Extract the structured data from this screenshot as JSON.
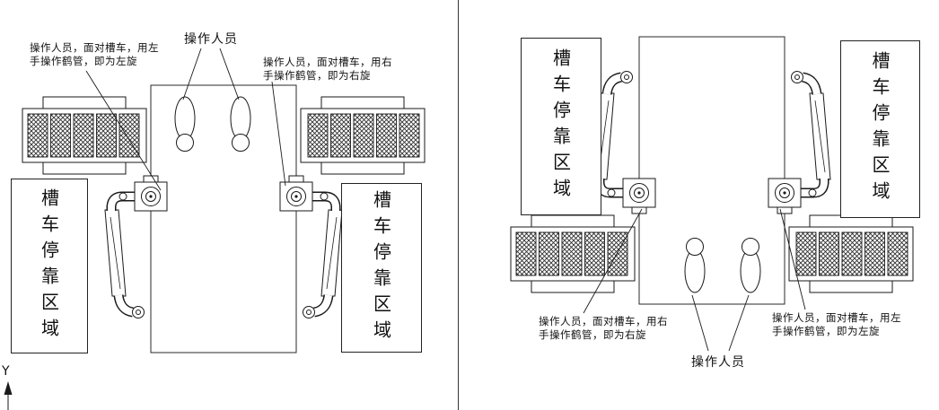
{
  "colors": {
    "line": "#1a1a1a",
    "background": "#ffffff"
  },
  "axis": {
    "y_label": "Y"
  },
  "left_diagram": {
    "annotation_left": "操作人员，面对槽车，用左\n手操作鹤管，即为左旋",
    "annotation_right": "操作人员，面对槽车，用右\n手操作鹤管，即为右旋",
    "operator_label": "操作人员",
    "parking_zone_left": "槽车停靠区域",
    "parking_zone_right": "槽车停靠区域"
  },
  "right_diagram": {
    "annotation_left": "操作人员，面对槽车，用右\n手操作鹤管，即为右旋",
    "annotation_right": "操作人员，面对槽车，用左\n手操作鹤管，即为左旋",
    "operator_label": "操作人员",
    "parking_zone_left": "槽车停靠区域",
    "parking_zone_right": "槽车停靠区域"
  }
}
